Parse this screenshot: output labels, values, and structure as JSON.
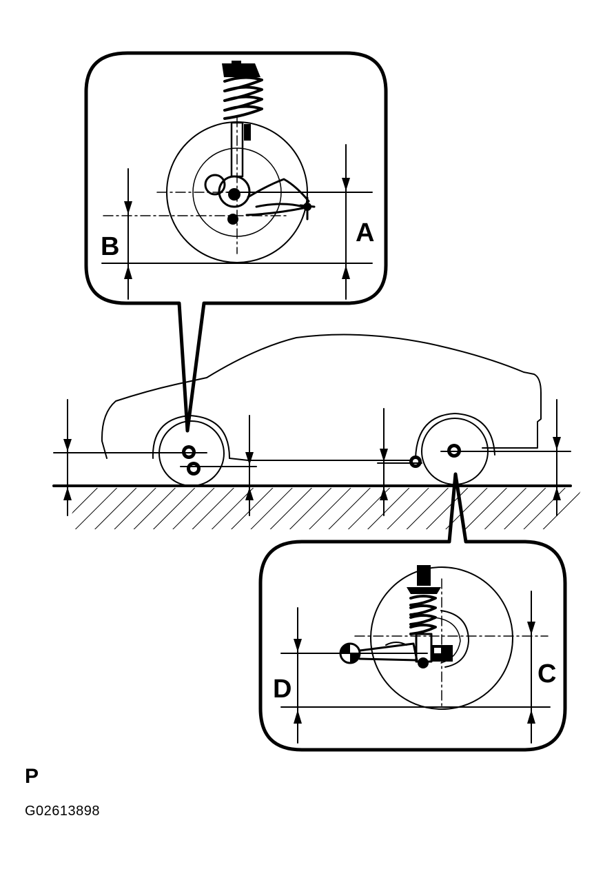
{
  "labels": {
    "A": "A",
    "B": "B",
    "C": "C",
    "D": "D"
  },
  "footer": {
    "section_letter": "P",
    "figure_code": "G02613898"
  }
}
